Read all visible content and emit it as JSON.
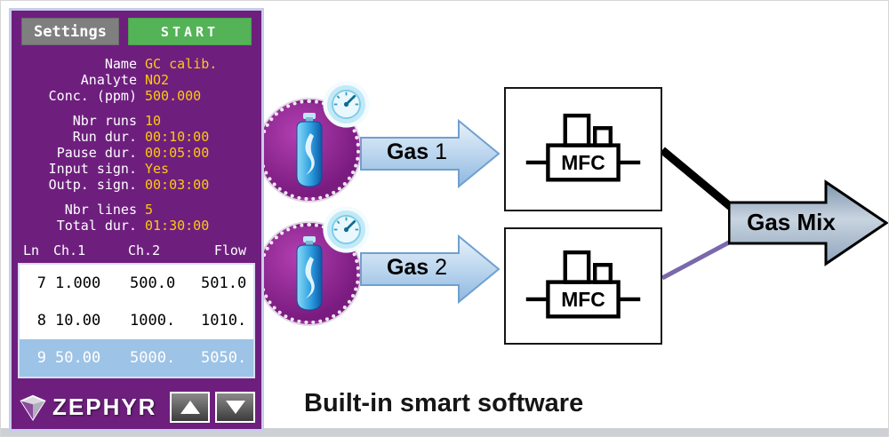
{
  "colors": {
    "panel_background": "#6E1F7E",
    "panel_border": "#C8CCEA",
    "label_text": "#FFFFFF",
    "value_text": "#FFC90E",
    "settings_button_bg": "#7F7F7F",
    "start_button_bg": "#54B257",
    "selected_row_bg": "#9DC3E6",
    "flow_arrow_fill": "#BCD6EE",
    "flow_arrow_border": "#6FA0CF",
    "mix_arrow_border": "#000000",
    "connector_top": "#000000",
    "connector_bottom": "#7A68AC",
    "cylinder_circle": "#8E2A92",
    "gauge_fill": "#C2E9F6"
  },
  "icons": {
    "gas_cylinder": "gas-cylinder-icon",
    "pressure_gauge": "pressure-gauge-icon",
    "mfc_symbol": "mfc-icon",
    "zephyr_logo": "zephyr-logo-icon",
    "up_arrow": "up-arrow-icon",
    "down_arrow": "down-arrow-icon"
  },
  "panel": {
    "settings_button": "Settings",
    "start_button": "START",
    "params": [
      {
        "label": "Name",
        "value": "GC calib."
      },
      {
        "label": "Analyte",
        "value": "NO2"
      },
      {
        "label": "Conc. (ppm)",
        "value": "500.000"
      },
      {
        "label": "Nbr runs",
        "value": "10"
      },
      {
        "label": "Run dur.",
        "value": "00:10:00"
      },
      {
        "label": "Pause dur.",
        "value": "00:05:00"
      },
      {
        "label": "Input sign.",
        "value": "Yes"
      },
      {
        "label": "Outp. sign.",
        "value": "00:03:00"
      },
      {
        "label": "Nbr lines",
        "value": "5"
      },
      {
        "label": "Total dur.",
        "value": "01:30:00"
      }
    ],
    "table": {
      "headers": [
        "Ln",
        "Ch.1",
        "Ch.2",
        "Flow"
      ],
      "rows": [
        {
          "cells": [
            "7",
            "1.000",
            "500.0",
            "501.0"
          ],
          "selected": false
        },
        {
          "cells": [
            "8",
            "10.00",
            "1000.",
            "1010."
          ],
          "selected": false
        },
        {
          "cells": [
            "9",
            "50.00",
            "5000.",
            "5050."
          ],
          "selected": true
        }
      ]
    },
    "brand": "ZEPHYR"
  },
  "flow": {
    "gas1": {
      "bold": "Gas",
      "rest": " 1"
    },
    "gas2": {
      "bold": "Gas",
      "rest": " 2"
    },
    "mfc1": "MFC",
    "mfc2": "MFC",
    "mix": {
      "bold": "Gas",
      "rest": " Mix"
    }
  },
  "caption": "Built-in smart software"
}
